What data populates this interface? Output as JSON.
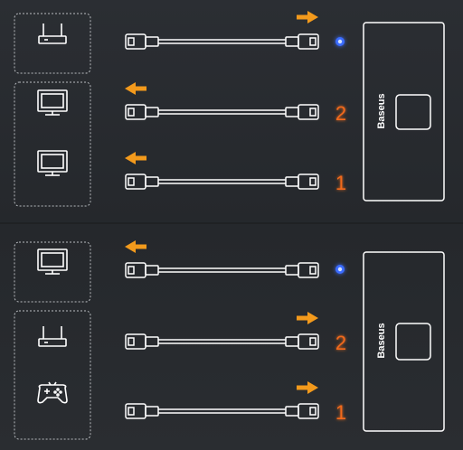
{
  "colors": {
    "background": "#27292d",
    "outline": "#ffffff",
    "dashed": "#b9bcc0",
    "arrow": "#f39a1c",
    "number": "#f26a1b",
    "indicator": "#3a6cff"
  },
  "sections": [
    {
      "switch_label": "Baseus",
      "device_groups": [
        {
          "devices": [
            "router-icon"
          ]
        },
        {
          "devices": [
            "monitor-icon",
            "monitor-icon"
          ]
        }
      ],
      "cables": [
        {
          "arrow": "right",
          "port_marker": "indicator-light",
          "port_label": ""
        },
        {
          "arrow": "left",
          "port_marker": "number",
          "port_label": "2"
        },
        {
          "arrow": "left",
          "port_marker": "number",
          "port_label": "1"
        }
      ]
    },
    {
      "switch_label": "Baseus",
      "device_groups": [
        {
          "devices": [
            "monitor-icon"
          ]
        },
        {
          "devices": [
            "router-icon",
            "gamepad-icon"
          ]
        }
      ],
      "cables": [
        {
          "arrow": "left",
          "port_marker": "indicator-light",
          "port_label": ""
        },
        {
          "arrow": "right",
          "port_marker": "number",
          "port_label": "2"
        },
        {
          "arrow": "right",
          "port_marker": "number",
          "port_label": "1"
        }
      ]
    }
  ]
}
